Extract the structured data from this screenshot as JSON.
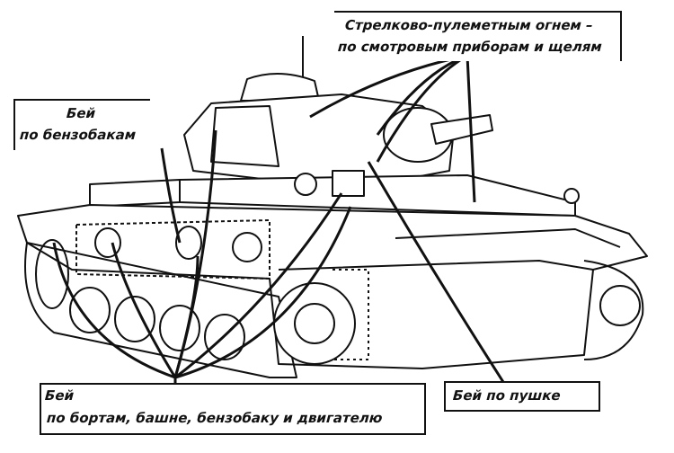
{
  "labels": {
    "small_arms": {
      "line1": "Стрелково-пулеметным огнем –",
      "line2": "по смотровым приборам и щелям"
    },
    "fuel_tanks": {
      "line1": "Бей",
      "line2": "по бензобакам"
    },
    "gun": {
      "line1": "Бей по пушке"
    },
    "sides": {
      "line1": "Бей",
      "line2": "по бортам, башне, бензобаку и двигателю"
    }
  },
  "colors": {
    "ink": "#111111",
    "paper": "#ffffff"
  }
}
